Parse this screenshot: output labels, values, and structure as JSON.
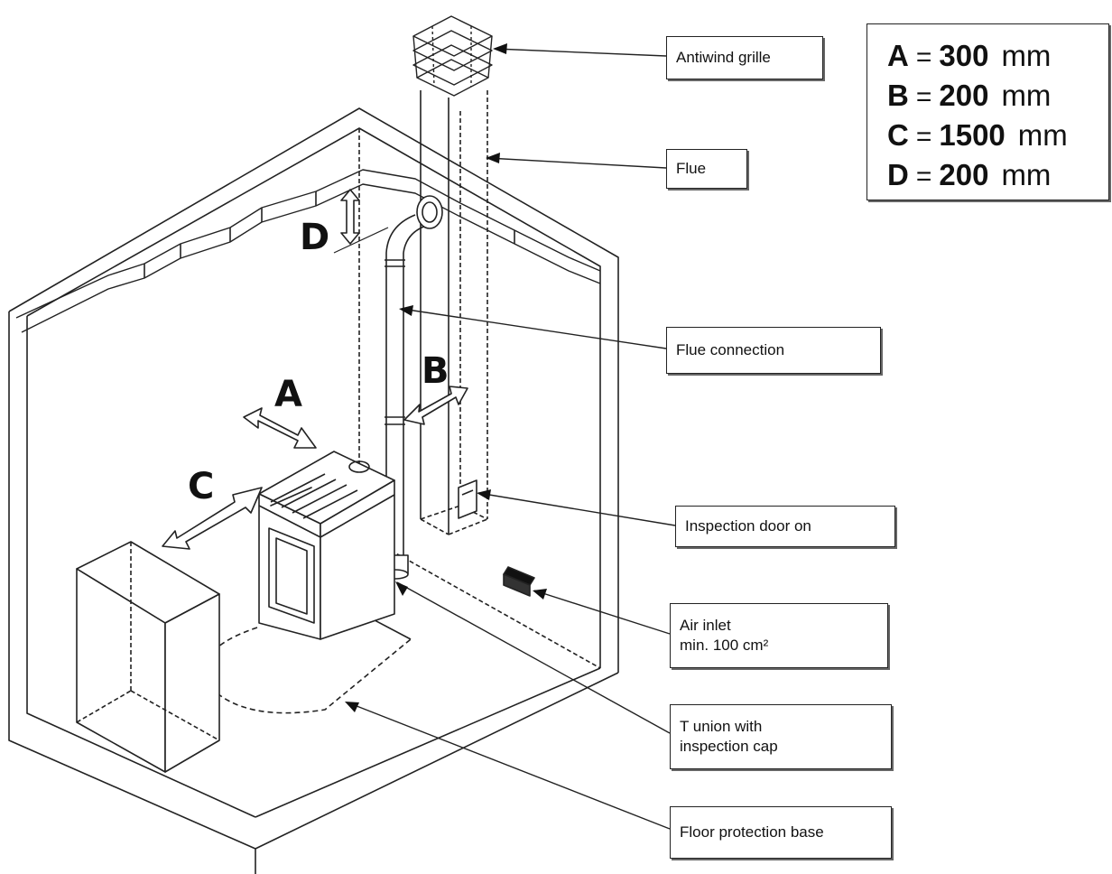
{
  "legend": [
    {
      "key": "A",
      "value": "300",
      "unit": "mm"
    },
    {
      "key": "B",
      "value": "200",
      "unit": "mm"
    },
    {
      "key": "C",
      "value": "1500",
      "unit": "mm"
    },
    {
      "key": "D",
      "value": "200",
      "unit": "mm"
    }
  ],
  "legend_eq": "=",
  "dimension_labels": {
    "a": "A",
    "b": "B",
    "c": "C",
    "d": "D"
  },
  "callouts": {
    "antiwind_grille": [
      "Antiwind grille"
    ],
    "flue": [
      "Flue"
    ],
    "flue_connection": [
      "Flue connection"
    ],
    "inspection_door": [
      "Inspection door on"
    ],
    "air_inlet": [
      "Air inlet",
      "min. 100 cm²"
    ],
    "t_union": [
      "T union with",
      "inspection cap"
    ],
    "floor_protection": [
      "Floor protection base"
    ]
  }
}
